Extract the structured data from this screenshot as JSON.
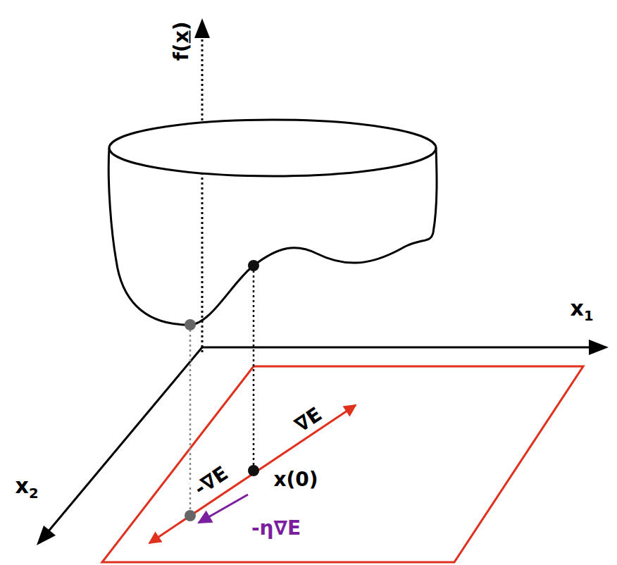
{
  "diagram": {
    "labels": [
      "f(x)",
      "x1",
      "x2",
      "∇E",
      "-∇E",
      "x(0)",
      "-η∇E"
    ]
  }
}
